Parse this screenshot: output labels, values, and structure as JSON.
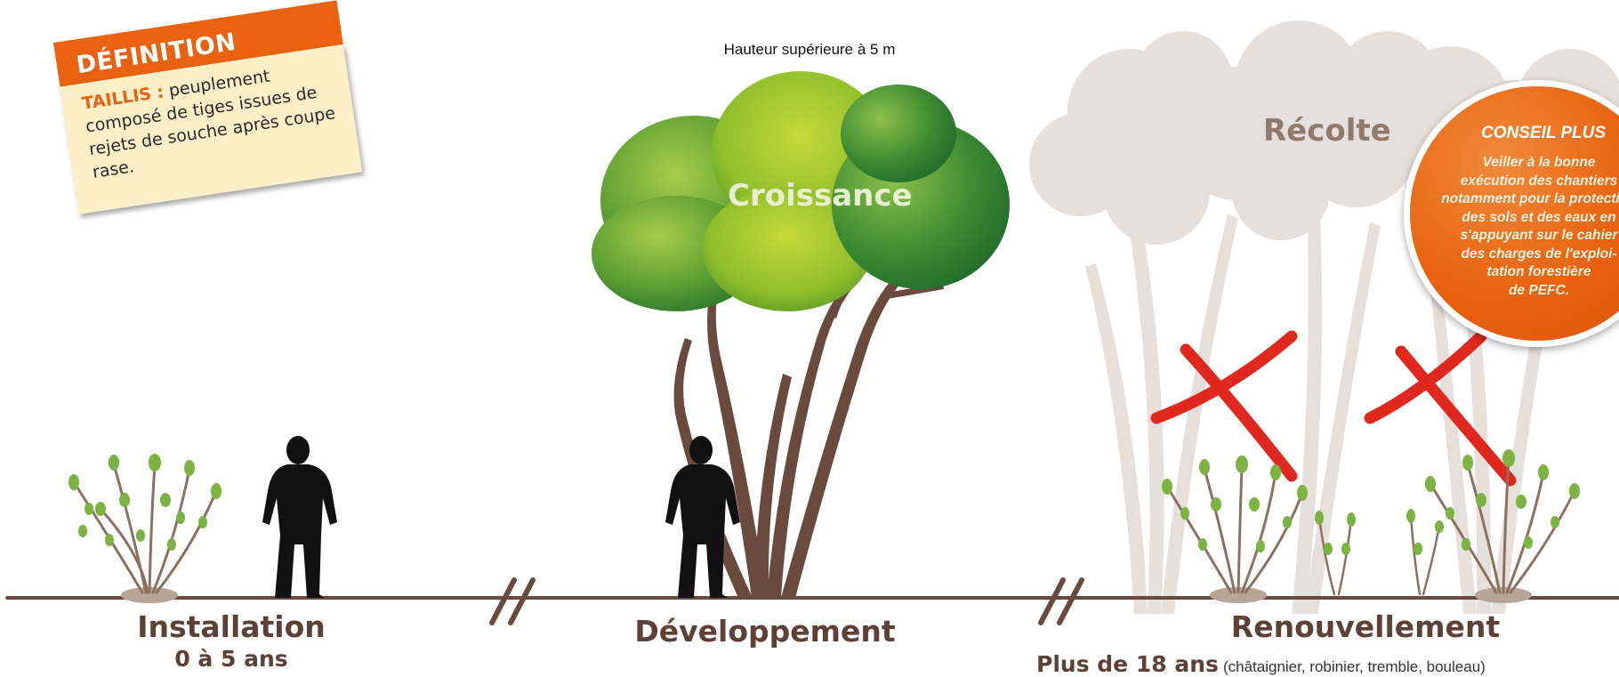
{
  "definition": {
    "heading": "DÉFINITION",
    "term": "TAILLIS :",
    "text": " peuplement composé de tiges issues de rejets de souche après coupe rase."
  },
  "height_note": "Hauteur supérieure à 5 m",
  "crown_label": "Croissance",
  "harvest_label": "Récolte",
  "advice": {
    "title": "CONSEIL PLUS",
    "text": "Veiller à la bonne\nexécution des chantiers\nnotamment pour la protection\ndes sols et des eaux en\ns'appuyant sur le cahier\ndes charges de l'exploi-\ntation forestière\nde PEFC."
  },
  "phases": [
    {
      "name": "Installation",
      "age": "0 à 5 ans"
    },
    {
      "name": "Développement"
    },
    {
      "name": "Renouvellement",
      "age": "Plus de 18 ans",
      "note": "(châtaignier, robinier, tremble, bouleau)"
    }
  ],
  "colors": {
    "ground": "#6b4a3e",
    "trunk": "#6b4a3e",
    "leaf_green": "#7cb342",
    "faded_tree": "#e6e0dd",
    "cross": "#e0281f",
    "accent_orange": "#e8620f"
  }
}
